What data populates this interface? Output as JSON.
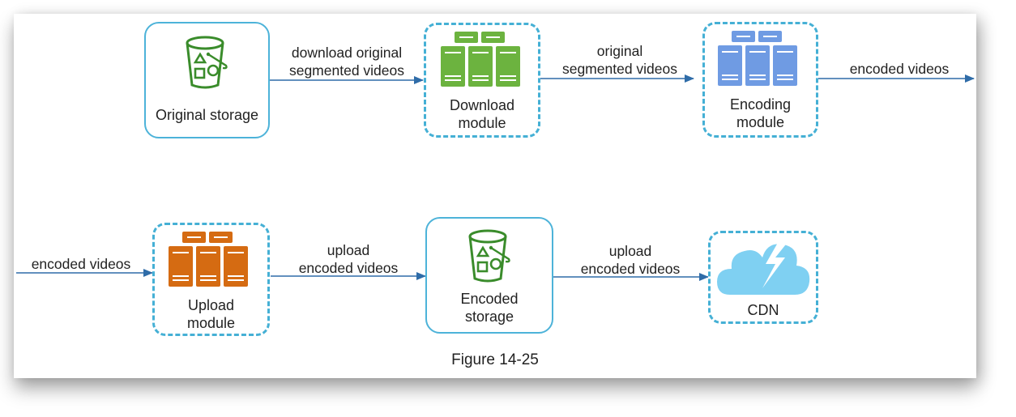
{
  "figure": {
    "caption": "Figure 14-25"
  },
  "colors": {
    "storage_border": "#4db3d9",
    "module_border": "#45b0d5",
    "download_server": "#6cb33f",
    "encoding_server": "#6f9be3",
    "upload_server": "#d56b12",
    "cdn_cloud": "#7fd0f2",
    "bucket_stroke": "#3a8c2b",
    "arrow": "#2f6ca8"
  },
  "nodes": {
    "original_storage": {
      "label": "Original storage",
      "icon": "bucket-icon"
    },
    "download_module": {
      "label_line1": "Download",
      "label_line2": "module",
      "icon": "server-cluster-icon"
    },
    "encoding_module": {
      "label_line1": "Encoding",
      "label_line2": "module",
      "icon": "server-cluster-icon"
    },
    "upload_module": {
      "label_line1": "Upload",
      "label_line2": "module",
      "icon": "server-cluster-icon"
    },
    "encoded_storage": {
      "label_line1": "Encoded",
      "label_line2": "storage",
      "icon": "bucket-icon"
    },
    "cdn": {
      "label": "CDN",
      "icon": "cloud-lightning-icon"
    }
  },
  "edges": {
    "orig_to_download": {
      "line1": "download original",
      "line2": "segmented videos"
    },
    "download_to_encoding": {
      "line1": "original",
      "line2": "segmented videos"
    },
    "encoding_out": {
      "line1": "encoded videos"
    },
    "in_to_upload": {
      "line1": "encoded videos"
    },
    "upload_to_encoded": {
      "line1": "upload",
      "line2": "encoded videos"
    },
    "encoded_to_cdn": {
      "line1": "upload",
      "line2": "encoded videos"
    }
  }
}
